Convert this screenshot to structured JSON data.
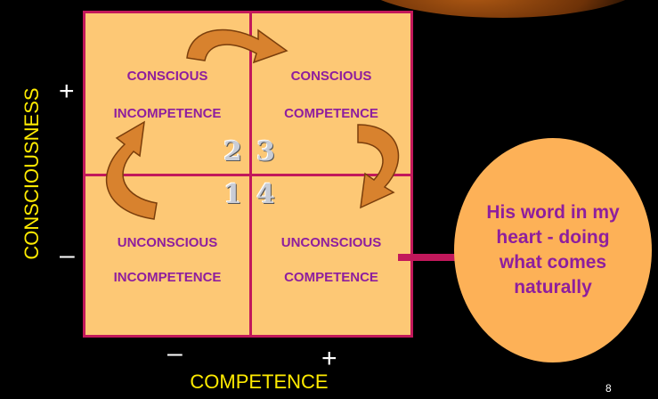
{
  "quadrants": {
    "top_left": {
      "line1": "CONSCIOUS",
      "line2": "INCOMPETENCE",
      "number": "2"
    },
    "top_right": {
      "line1": "CONSCIOUS",
      "line2": "COMPETENCE",
      "number": "3"
    },
    "bottom_left": {
      "line1": "UNCONSCIOUS",
      "line2": "INCOMPETENCE",
      "number": "1"
    },
    "bottom_right": {
      "line1": "UNCONSCIOUS",
      "line2": "COMPETENCE",
      "number": "4"
    }
  },
  "axes": {
    "y_label": "CONSCIOUSNESS",
    "x_label": "COMPETENCE",
    "plus": "+",
    "minus": "–"
  },
  "bubble": {
    "text": "His word in my heart - doing what comes naturally"
  },
  "page_number": "8",
  "colors": {
    "background": "#000000",
    "grid_fill": "#fdc875",
    "grid_border": "#c2185b",
    "quadrant_text": "#8e1e9e",
    "axis_text": "#ffeb00",
    "bubble_fill": "#fdb157",
    "arrow": "#d8822e",
    "pointer_arrow": "#c2185b"
  }
}
